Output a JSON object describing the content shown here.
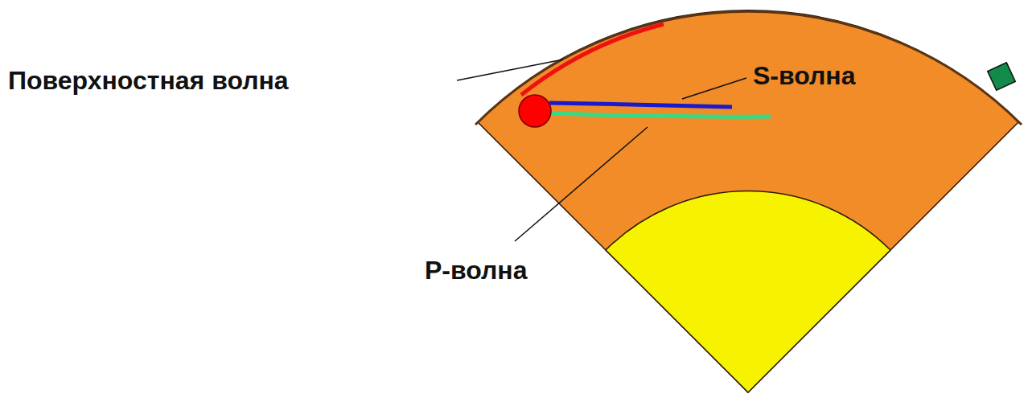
{
  "diagram": {
    "labels": [
      "Поверхностная волна",
      "S-волна",
      "P-волна"
    ]
  }
}
